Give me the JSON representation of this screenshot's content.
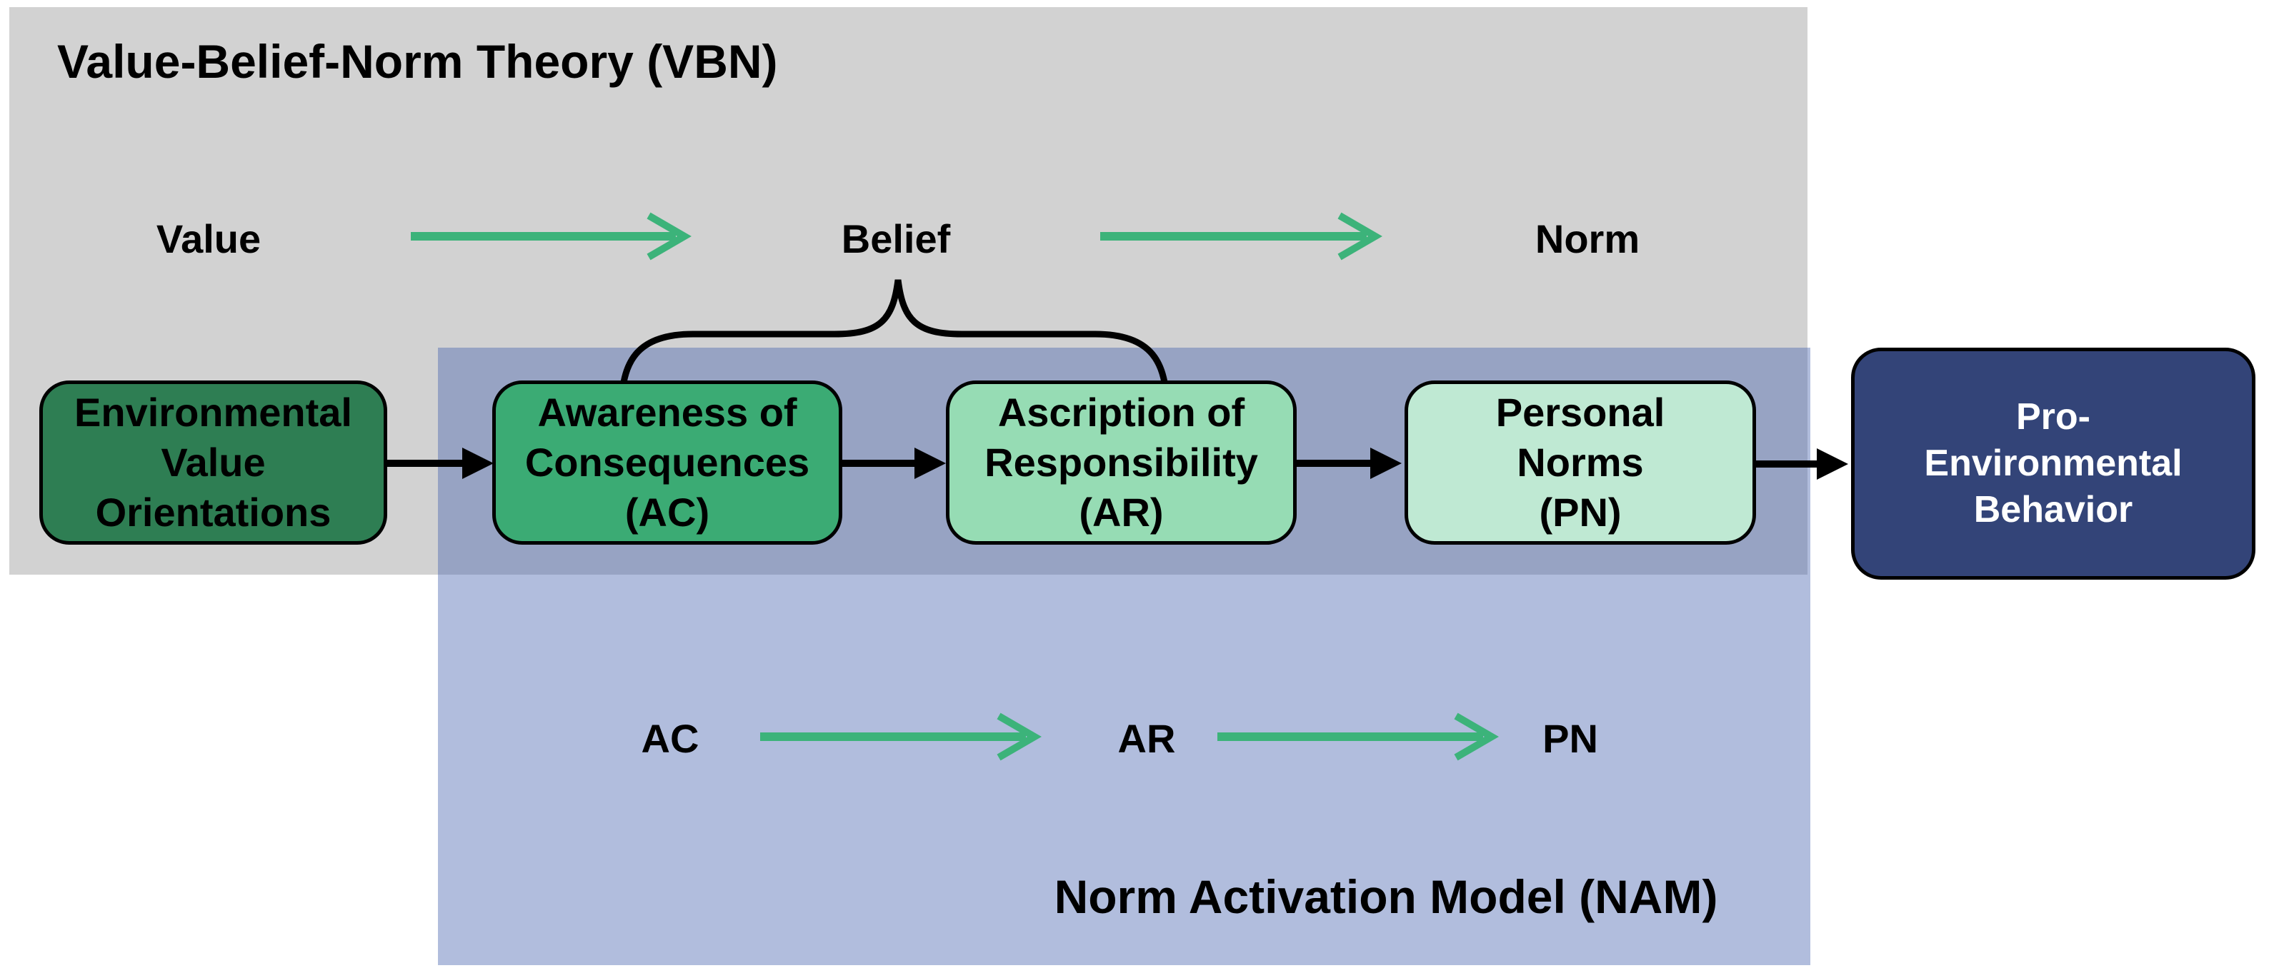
{
  "vbn": {
    "title": "Value-Belief-Norm Theory (VBN)",
    "flow": {
      "value": "Value",
      "belief": "Belief",
      "norm": "Norm"
    }
  },
  "nam": {
    "title": "Norm Activation Model (NAM)",
    "flow": {
      "ac": "AC",
      "ar": "AR",
      "pn": "PN"
    }
  },
  "boxes": {
    "evo": "Environmental\nValue\nOrientations",
    "ac": "Awareness of\nConsequences\n(AC)",
    "ar": "Ascription of\nResponsibility\n(AR)",
    "pn": "Personal\nNorms\n(PN)",
    "peb": "Pro-\nEnvironmental\nBehavior"
  },
  "colors": {
    "panel_vbn": "#d2d2d2",
    "panel_nam": "rgba(70,98,173,0.42)",
    "box_evo": "#2e7e53",
    "box_ac": "#3bab74",
    "box_ar": "#96dcb4",
    "box_pn": "#bfe9d3",
    "box_peb": "#334478",
    "arrow_green": "#3cb37a",
    "arrow_black": "#000000"
  }
}
